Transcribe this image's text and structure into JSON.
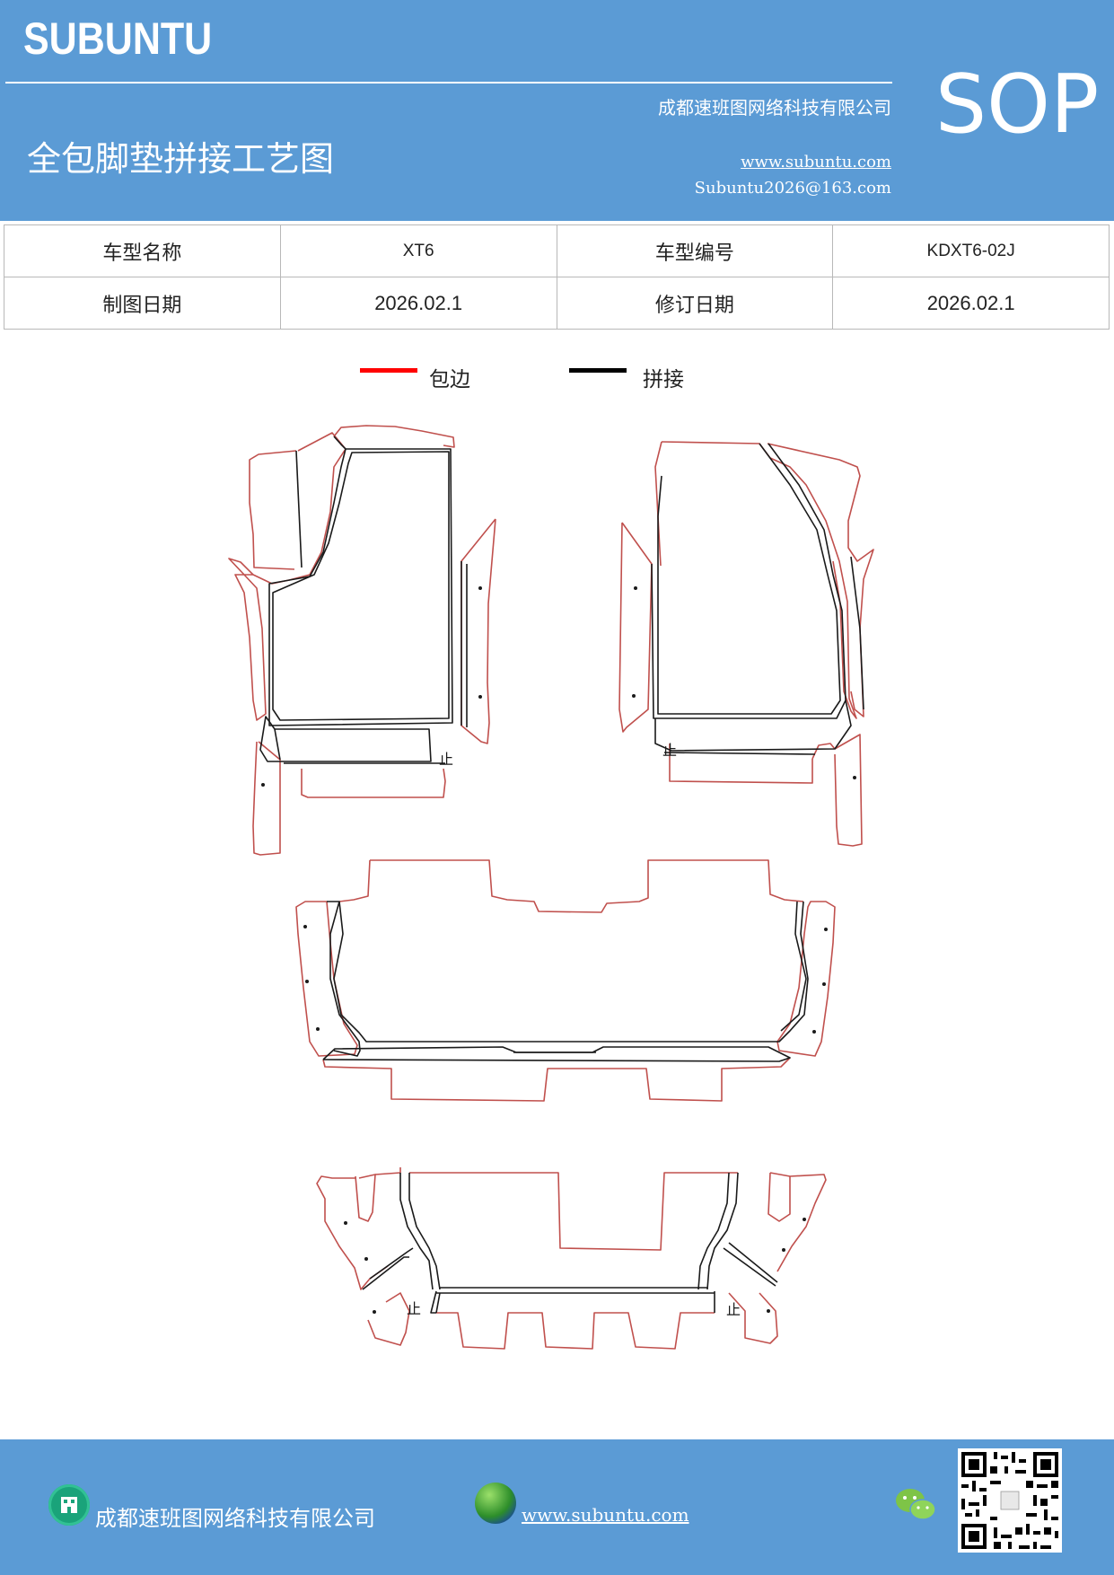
{
  "header": {
    "brand": "SUBUNTU",
    "company": "成都速班图网络科技有限公司",
    "title": "全包脚垫拼接工艺图",
    "website": "www.subuntu.com",
    "email": "Subuntu2026@163.com",
    "badge": "SOP"
  },
  "info_table": {
    "row1": {
      "label1": "车型名称",
      "value1": "XT6",
      "label2": "车型编号",
      "value2": "KDXT6-02J"
    },
    "row2": {
      "label1": "制图日期",
      "value1": "2026.02.1",
      "label2": "修订日期",
      "value2": "2026.02.1"
    }
  },
  "legend": [
    {
      "label": "包边",
      "color": "#ff0000"
    },
    {
      "label": "拼接",
      "color": "#000000"
    }
  ],
  "drawing": {
    "edge_color": "#c0504d",
    "seam_color": "#1a1a1a",
    "stop_mark": "止"
  },
  "footer": {
    "company": "成都速班图网络科技有限公司",
    "website": "www.subuntu.com "
  }
}
